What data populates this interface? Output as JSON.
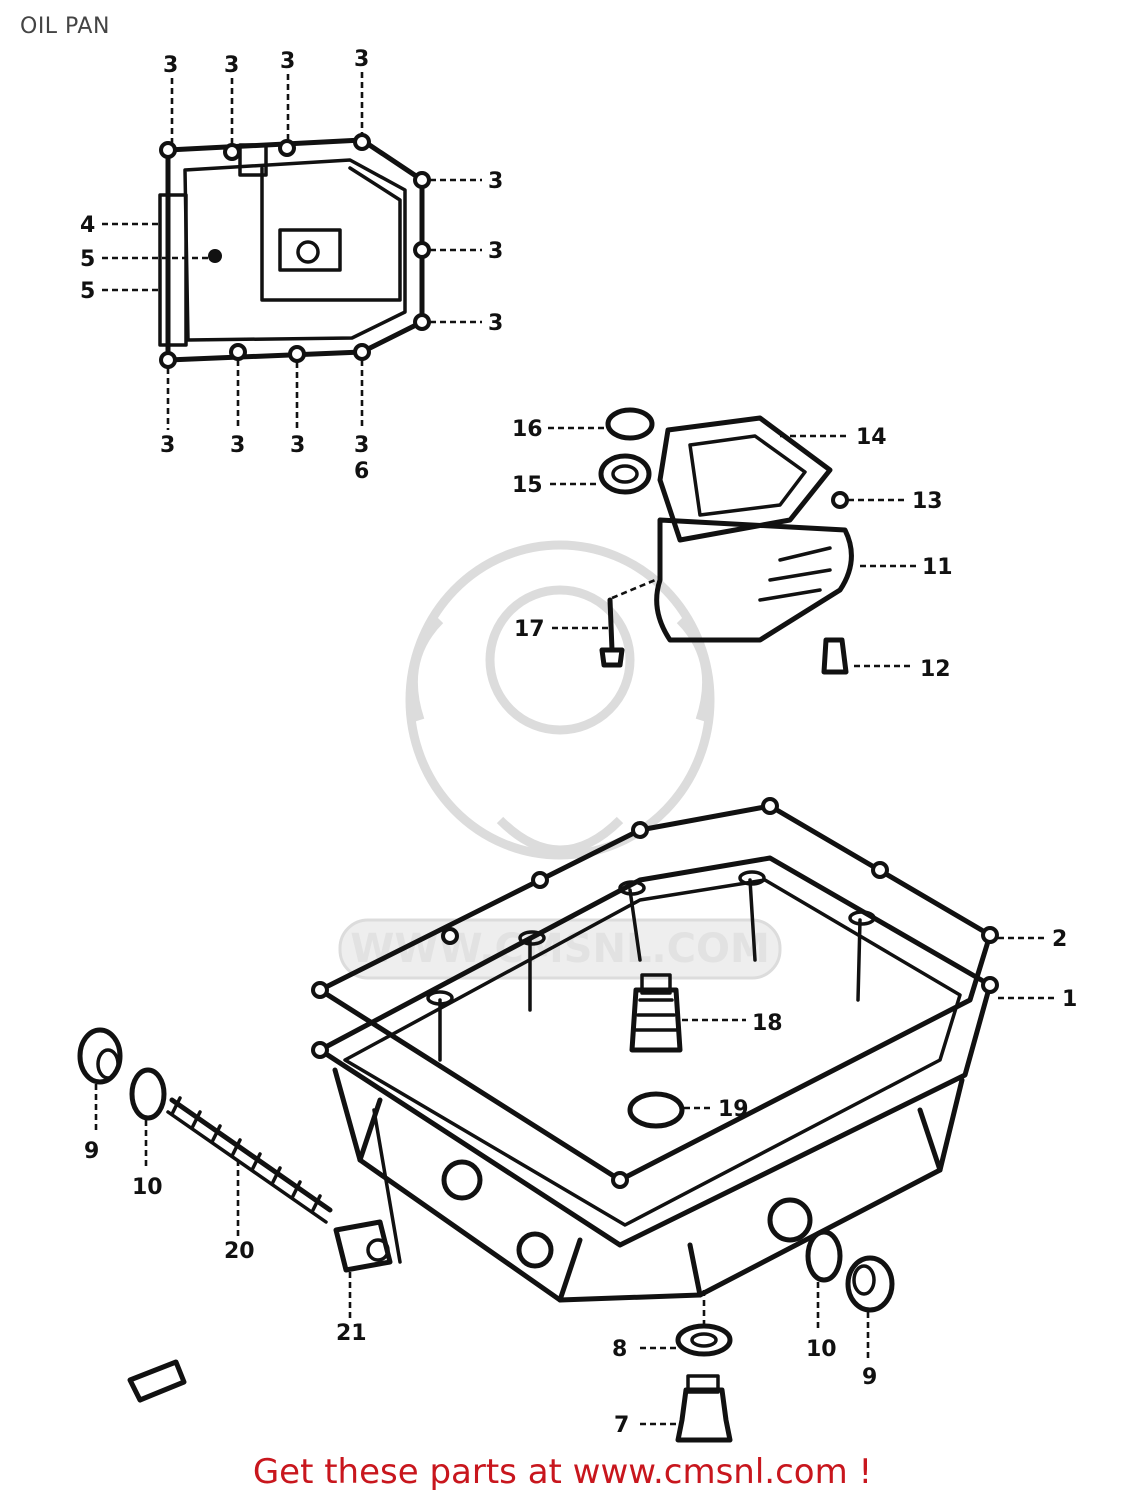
{
  "page": {
    "title": "OIL PAN",
    "footer_link": "Get these parts at www.cmsnl.com !"
  },
  "watermark": {
    "text": "WWW.CMSNL.COM"
  },
  "callouts": {
    "gasket_top": [
      "3",
      "3",
      "3",
      "3"
    ],
    "gasket_right": [
      "3",
      "3",
      "3"
    ],
    "gasket_bottom": [
      "3",
      "3",
      "3",
      "3"
    ],
    "gasket_bottom_extra": "6",
    "gasket_left": [
      "4",
      "5",
      "5"
    ],
    "strainer": [
      "16",
      "15",
      "14",
      "13",
      "11",
      "17",
      "12"
    ],
    "pan": [
      "2",
      "1",
      "18",
      "19"
    ],
    "bottom_left": [
      "9",
      "10",
      "20",
      "21"
    ],
    "bottom_right": [
      "8",
      "7",
      "10",
      "9"
    ]
  },
  "colors": {
    "link": "#c8161d",
    "title": "#444444",
    "ink": "#111111"
  }
}
